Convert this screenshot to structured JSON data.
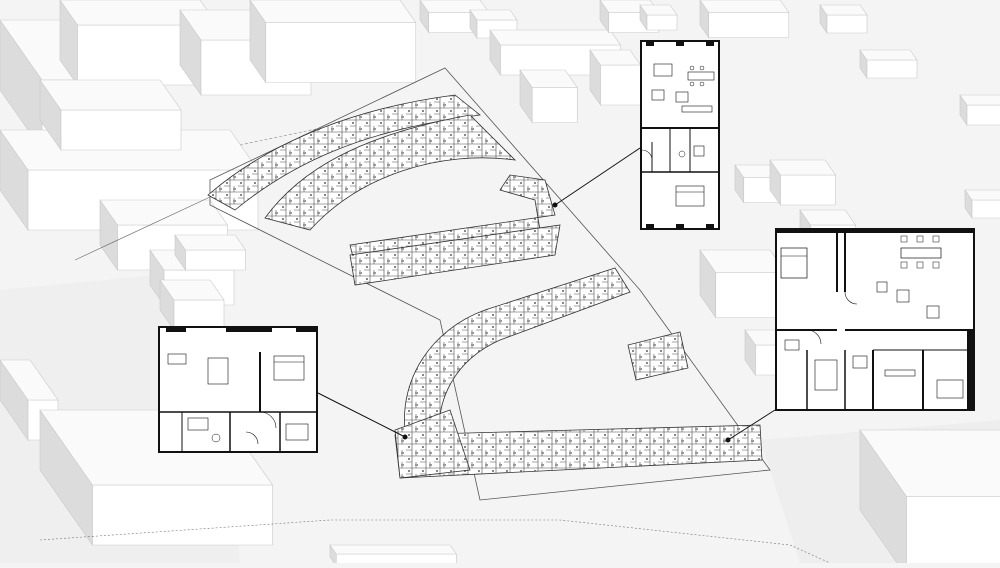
{
  "diagram": {
    "kind": "site-plan-axonometric",
    "colors": {
      "background": "#f4f4f4",
      "building_top": "#fafafa",
      "building_side": "#dcdcdc",
      "building_edge": "#c9c9c9",
      "plan_line": "#333333",
      "wall": "#111111"
    },
    "callouts": [
      {
        "id": "north",
        "type": "apartment-floor-plan"
      },
      {
        "id": "east",
        "type": "apartment-floor-plan"
      },
      {
        "id": "west",
        "type": "apartment-floor-plan"
      }
    ]
  }
}
